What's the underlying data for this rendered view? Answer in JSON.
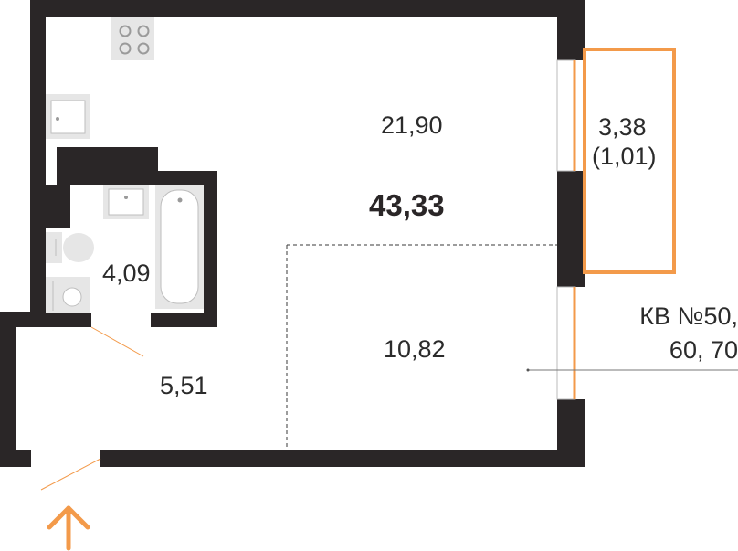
{
  "plan": {
    "total_area": "43,33",
    "rooms": {
      "living": "21,90",
      "sleeping_zone": "10,82",
      "bathroom": "4,09",
      "hallway": "5,51"
    },
    "balcony": {
      "area": "3,38",
      "reduced_area": "(1,01)"
    },
    "apartment": {
      "number_line": "КВ №50,",
      "floors_line": "60, 70"
    },
    "colors": {
      "wall": "#2a2627",
      "accent": "#f39a4a",
      "text": "#2b2b2b",
      "fixture": "#e6e6e6"
    },
    "icons": [
      "stove-icon",
      "sink-icon",
      "bathtub-icon",
      "toilet-icon",
      "washing-machine-icon",
      "entrance-arrow-icon"
    ]
  }
}
